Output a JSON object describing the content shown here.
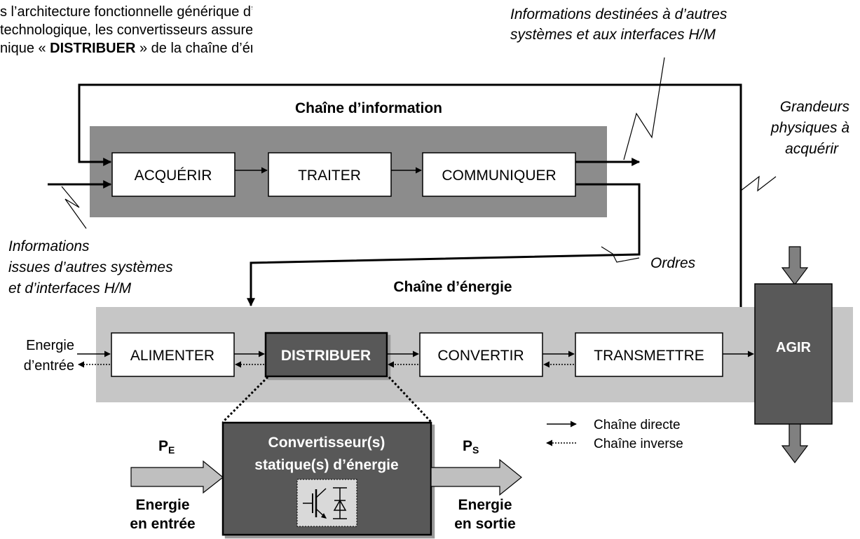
{
  "intro": {
    "line1": "s l’architecture fonctionnelle générique d’un système",
    "line2": " technologique, les convertisseurs assurent la fonction",
    "line3_before": "nique « ",
    "line3_bold": "DISTRIBUER",
    "line3_after": " » de la chaîne d’énergie."
  },
  "info_chain": {
    "title": "Chaîne d’information",
    "blocks": [
      "ACQUÉRIR",
      "TRAITER",
      "COMMUNIQUER"
    ]
  },
  "energy_chain": {
    "title": "Chaîne d’énergie",
    "blocks": [
      "ALIMENTER",
      "DISTRIBUER",
      "CONVERTIR",
      "TRANSMETTRE",
      "AGIR"
    ]
  },
  "annotations": {
    "info_out_line1": "Informations destinées à d’autres",
    "info_out_line2": "systèmes et aux interfaces H/M",
    "grandeurs_line1": "Grandeurs",
    "grandeurs_line2": "physiques à",
    "grandeurs_line3": "acquérir",
    "info_in_line1": "Informations",
    "info_in_line2": "issues d’autres systèmes",
    "info_in_line3": "et d’interfaces H/M",
    "ordres": "Ordres",
    "energie_entree_line1": "Energie",
    "energie_entree_line2": "d’entrée"
  },
  "converter": {
    "title_line1": "Convertisseur(s)",
    "title_line2": "statique(s) d’énergie",
    "pe": "P",
    "pe_sub": "E",
    "ps": "P",
    "ps_sub": "S",
    "in_line1": "Energie",
    "in_line2": "en entrée",
    "out_line1": "Energie",
    "out_line2": "en sortie"
  },
  "legend": {
    "direct": "Chaîne directe",
    "inverse": "Chaîne inverse"
  },
  "colors": {
    "info_bg": "#8c8c8c",
    "energy_bg": "#c6c6c6",
    "dark_block": "#595959",
    "arrow_fill": "#bfbfbf",
    "agir_arrow_fill": "#808080",
    "symbol_bg": "#d9d9d9"
  }
}
